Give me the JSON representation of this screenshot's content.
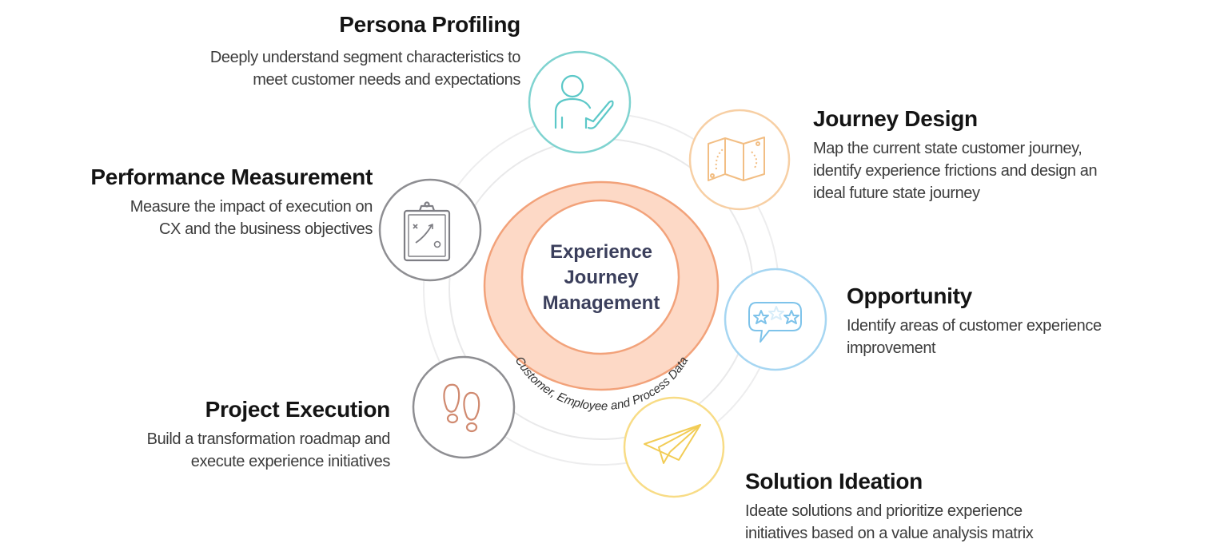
{
  "center": {
    "title_lines": [
      "Experience",
      "Journey",
      "Management"
    ],
    "ring_label": "Customer, Employee and Process Data",
    "colors": {
      "ring_fill": "#FDD9C6",
      "ring_stroke": "#F2A27A",
      "title": "#3B3F5C"
    }
  },
  "stages": [
    {
      "id": "persona-profiling",
      "title": "Persona Profiling",
      "desc_lines": [
        "Deeply understand segment characteristics to",
        "meet customer needs and expectations"
      ],
      "icon": "person-check-icon",
      "color": "#5CC8C8"
    },
    {
      "id": "journey-design",
      "title": "Journey Design",
      "desc_lines": [
        "Map the current state customer journey,",
        "identify experience frictions and design an",
        "ideal future state journey"
      ],
      "icon": "folded-map-icon",
      "color": "#F5C48E"
    },
    {
      "id": "opportunity",
      "title": "Opportunity",
      "desc_lines": [
        "Identify areas of customer experience",
        "improvement"
      ],
      "icon": "speech-bubble-stars-icon",
      "color": "#8CCBEF"
    },
    {
      "id": "solution-ideation",
      "title": "Solution Ideation",
      "desc_lines": [
        "Ideate solutions and prioritize experience",
        "initiatives based on a value analysis matrix"
      ],
      "icon": "paper-plane-icon",
      "color": "#F6D46A"
    },
    {
      "id": "project-execution",
      "title": "Project Execution",
      "desc_lines": [
        "Build a transformation roadmap and",
        "execute experience initiatives"
      ],
      "icon": "footprints-icon",
      "color": "#D08A70"
    },
    {
      "id": "performance-measurement",
      "title": "Performance Measurement",
      "desc_lines": [
        "Measure the impact of execution on",
        "CX and the business objectives"
      ],
      "icon": "clipboard-strategy-icon",
      "color": "#8A8A8E"
    }
  ]
}
